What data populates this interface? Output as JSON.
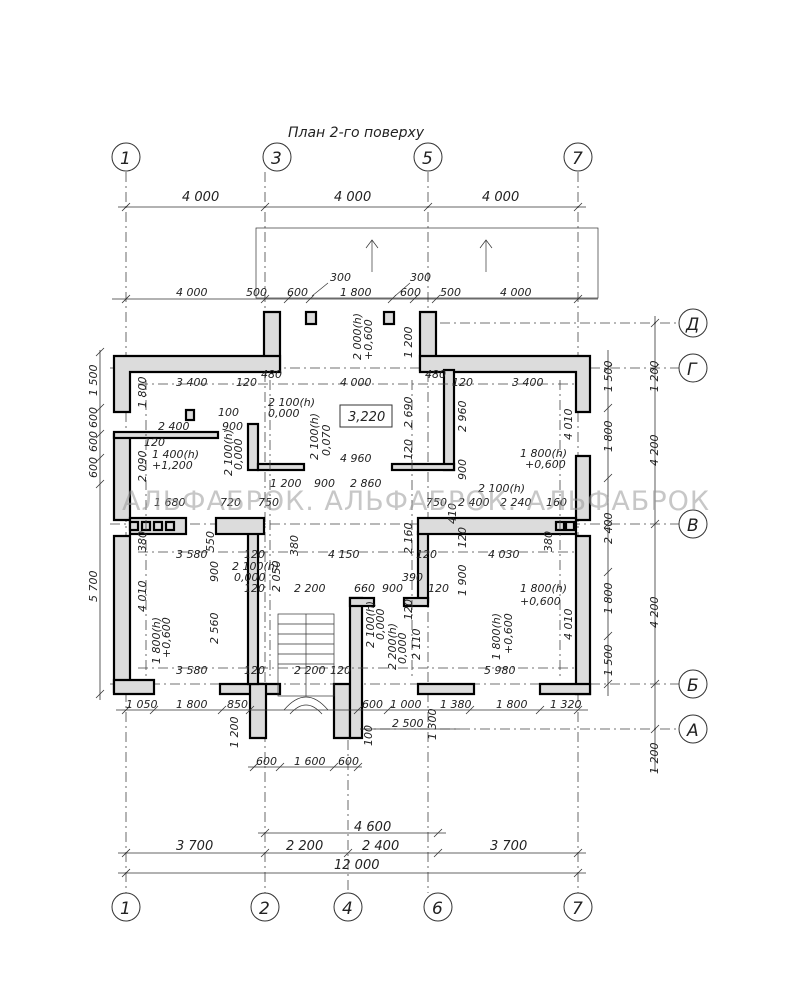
{
  "title": "План 2-го поверху",
  "watermark": "АЛЬФАБРОК. АЛЬФАБРОК. АЛЬФАБРОК",
  "axes_top": [
    "1",
    "3",
    "5",
    "7"
  ],
  "axes_bottom": [
    "1",
    "2",
    "4",
    "6",
    "7"
  ],
  "axes_right": [
    "Д",
    "Г",
    "В",
    "Б",
    "А"
  ],
  "top_dims": {
    "row1": [
      "4 000",
      "4 000",
      "4 000"
    ],
    "row2": [
      "4 000",
      "500",
      "600",
      "1 800",
      "600",
      "500",
      "4 000"
    ],
    "small": [
      "300",
      "300"
    ]
  },
  "bottom_dims": {
    "row_outer": [
      "1 050",
      "1 800",
      "850",
      "600",
      "1 000",
      "1 380",
      "1 800",
      "1 320"
    ],
    "row_stair": [
      "600",
      "1 600",
      "600"
    ],
    "row_a": [
      "2 500",
      "1 300",
      "1 200",
      "100"
    ],
    "row_mid": "4 600",
    "row_axes": [
      "3 700",
      "2 200",
      "2 400",
      "3 700"
    ],
    "total": "12 000"
  },
  "left_dims": [
    "1 500",
    "600",
    "600",
    "600",
    "5 700"
  ],
  "right_dims": [
    "1 500",
    "1 200",
    "1 800",
    "4 200",
    "2 400",
    "1 800",
    "4 200",
    "1 500",
    "1 200"
  ],
  "room_labels": {
    "level_box": "3,220",
    "r1": [
      "3 400",
      "120",
      "480",
      "4 000",
      "480",
      "120",
      "3 400"
    ],
    "r2": [
      "1 800",
      "2 960",
      "4 010",
      "2 690",
      "1 200",
      "2 000(h)",
      "+0,600"
    ],
    "r3": [
      "2 100(h)",
      "0,000",
      "100",
      "900",
      "2 400",
      "120",
      "1 400(h)",
      "+1,200",
      "2 100(h)",
      "0,000",
      "2 090"
    ],
    "r4": [
      "2 100(h)",
      "0,070",
      "4 960",
      "120",
      "1 800(h)",
      "+0,600",
      "900"
    ],
    "r5": [
      "1 200",
      "900",
      "2 860",
      "750",
      "2 100(h)",
      "2 400",
      "2 240",
      "160",
      "1 680",
      "720",
      "750",
      "410"
    ],
    "r6": [
      "380",
      "3 580",
      "120",
      "4 150",
      "120",
      "4 030",
      "380",
      "550",
      "2 160",
      "120",
      "380"
    ],
    "r7": [
      "900",
      "2 100(h)",
      "0,000",
      "2 050",
      "390",
      "1 900",
      "120",
      "1 800(h)",
      "+0,600"
    ],
    "r8": [
      "120",
      "2 200",
      "660",
      "900",
      "120",
      "4 010",
      "2 560",
      "1 800(h)",
      "+0,600",
      "2 100(h)",
      "0,000",
      "2 200(h)",
      "0,000",
      "2 110",
      "1 800(h)",
      "+0,600",
      "4 010"
    ],
    "r9": [
      "3 580",
      "120",
      "2 200",
      "120",
      "5 980"
    ]
  }
}
